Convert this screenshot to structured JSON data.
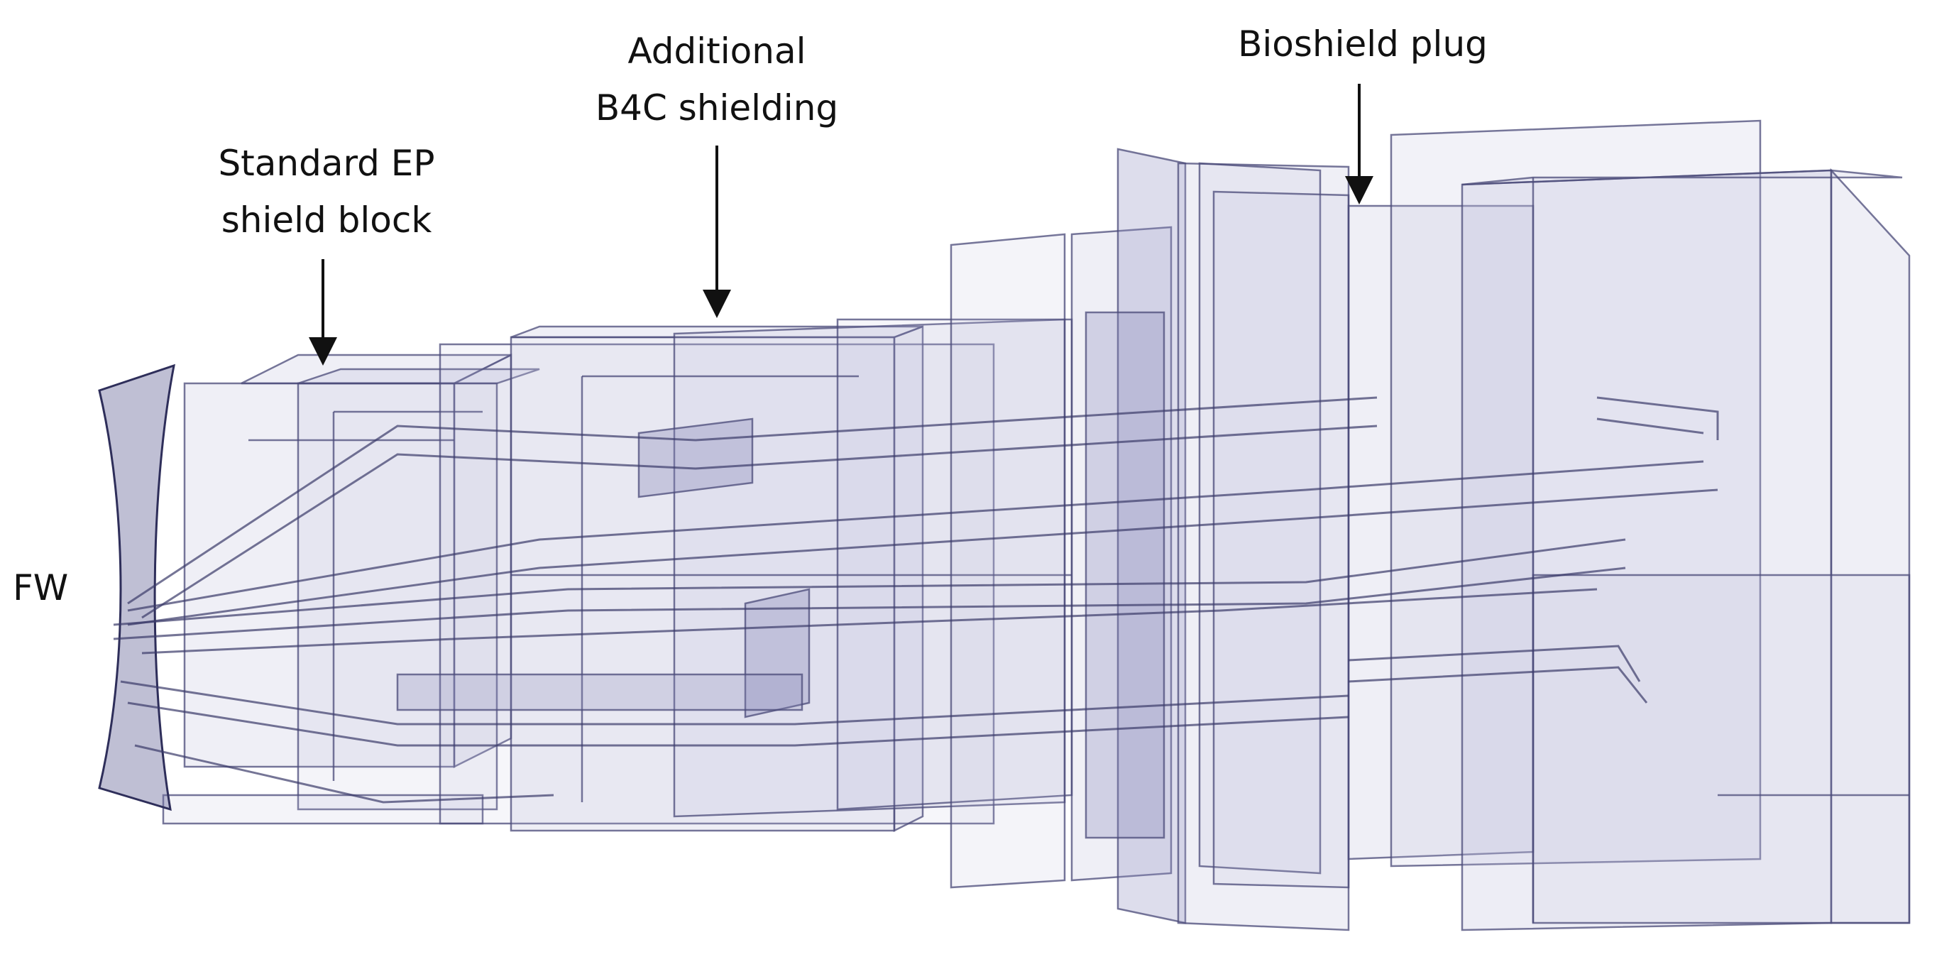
{
  "labels": {
    "standard_ep_line1": "Standard EP",
    "standard_ep_line2": "shield block",
    "additional_b4c_line1": "Additional",
    "additional_b4c_line2": "B4C shielding",
    "bioshield_plug": "Bioshield plug",
    "fw": "FW"
  },
  "colors": {
    "edge": "#4a4a78",
    "fill": "#b8b8d8",
    "arrow": "#111111"
  }
}
